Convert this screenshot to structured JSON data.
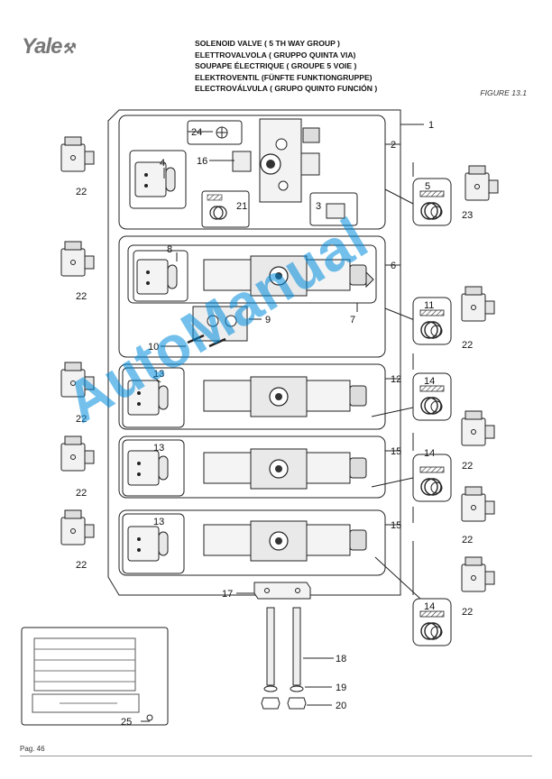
{
  "logo": "Yale",
  "titles": [
    "SOLENOID VALVE ( 5 TH WAY GROUP )",
    "ELETTROVALVOLA ( GRUPPO QUINTA VIA)",
    "SOUPAPE ÉLECTRIQUE ( GROUPE 5 VOIE )",
    "ELEKTROVENTIL (FÜNFTE FUNKTIONGRUPPE)",
    "ELECTROVÁLVULA ( GRUPO QUINTO FUNCIÓN )"
  ],
  "figure_label": "FIGURE 13.1",
  "page_label": "Pag. 46",
  "watermark": "AutoManual",
  "callouts": {
    "c1": "1",
    "c2": "2",
    "c3": "3",
    "c4": "4",
    "c5": "5",
    "c6": "6",
    "c7": "7",
    "c8": "8",
    "c9": "9",
    "c10": "10",
    "c11": "11",
    "c12": "12",
    "c13a": "13",
    "c13b": "13",
    "c13c": "13",
    "c14a": "14",
    "c14b": "14",
    "c14c": "14",
    "c15a": "15",
    "c15b": "15",
    "c16": "16",
    "c17": "17",
    "c18": "18",
    "c19": "19",
    "c20": "20",
    "c21": "21",
    "c22a": "22",
    "c22b": "22",
    "c22c": "22",
    "c22d": "22",
    "c22e": "22",
    "c22f": "22",
    "c22g": "22",
    "c22h": "22",
    "c22i": "22",
    "c23": "23",
    "c24": "24",
    "c25": "25"
  }
}
